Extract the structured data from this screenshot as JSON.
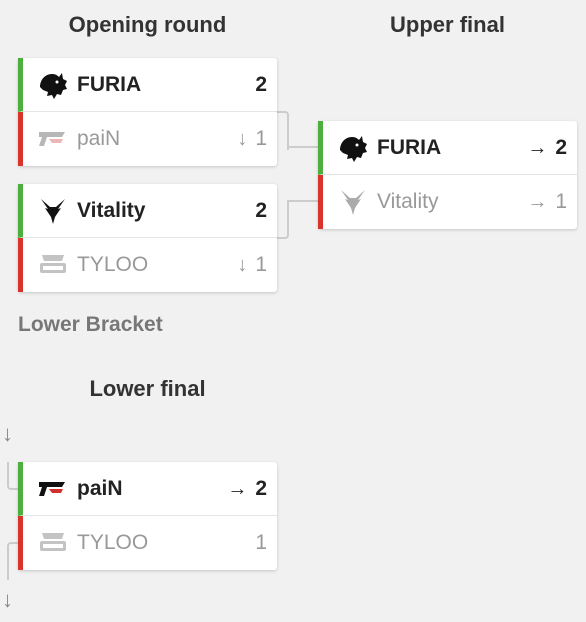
{
  "upper_bracket": {
    "opening_round_title": "Opening round",
    "upper_final_title": "Upper final",
    "opening_matches": [
      {
        "winner": {
          "name": "FURIA",
          "score": "2",
          "logo": "furia-panther-icon"
        },
        "loser": {
          "name": "paiN",
          "score": "1",
          "arrow": "↓",
          "logo": "pain-logo-icon"
        }
      },
      {
        "winner": {
          "name": "Vitality",
          "score": "2",
          "logo": "vitality-wasp-icon"
        },
        "loser": {
          "name": "TYLOO",
          "score": "1",
          "arrow": "↓",
          "logo": "tyloo-logo-icon"
        }
      }
    ],
    "upper_final_match": {
      "winner": {
        "name": "FURIA",
        "score": "2",
        "arrow": "→",
        "logo": "furia-panther-icon"
      },
      "loser": {
        "name": "Vitality",
        "score": "1",
        "arrow": "→",
        "logo": "vitality-wasp-icon"
      }
    }
  },
  "lower_bracket": {
    "title": "Lower Bracket",
    "lower_final_title": "Lower final",
    "incoming_arrow": "↓",
    "outgoing_arrow": "↓",
    "lower_final_match": {
      "winner": {
        "name": "paiN",
        "score": "2",
        "arrow": "→",
        "logo": "pain-logo-icon"
      },
      "loser": {
        "name": "TYLOO",
        "score": "1",
        "logo": "tyloo-logo-icon"
      }
    }
  },
  "colors": {
    "win": "#4caf3e",
    "lose": "#d9342b",
    "background": "#f1f1f1"
  }
}
